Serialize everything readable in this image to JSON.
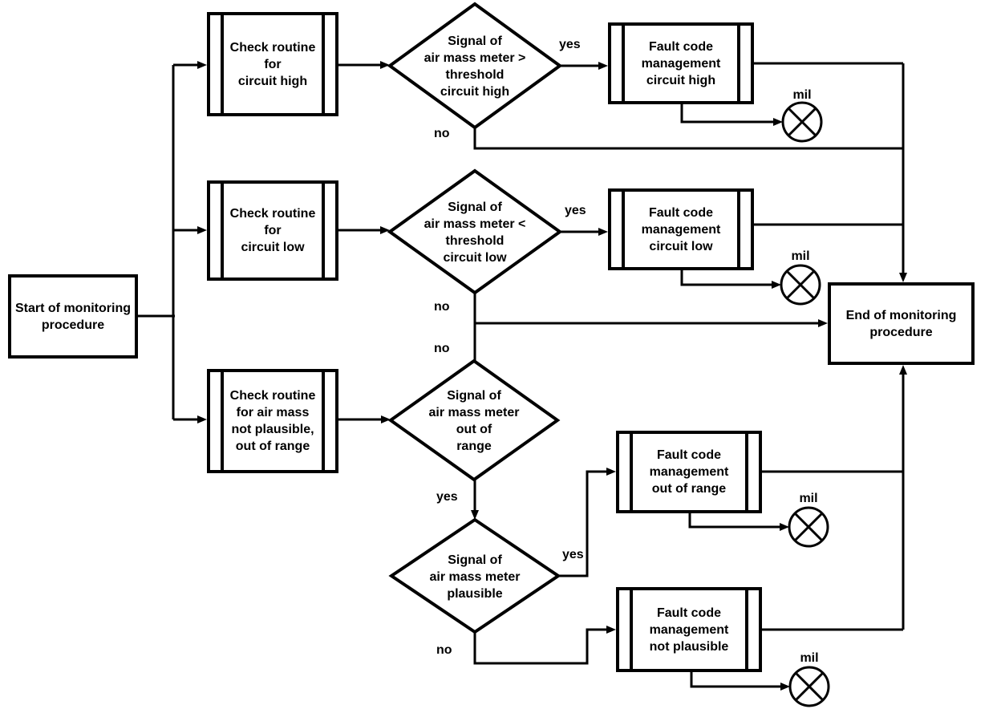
{
  "colors": {
    "line": "#000000",
    "background": "#ffffff"
  },
  "nodes": {
    "start": {
      "type": "process",
      "label": "Start of monitoring\nprocedure"
    },
    "check_circuit_high": {
      "type": "predefined-process",
      "label": "Check routine\nfor\ncircuit high"
    },
    "check_circuit_low": {
      "type": "predefined-process",
      "label": "Check routine\nfor\ncircuit low"
    },
    "check_not_plausible": {
      "type": "predefined-process",
      "label": "Check routine\nfor air mass\nnot plausible,\nout of range"
    },
    "decision_circuit_high": {
      "type": "decision",
      "label": "Signal of\nair mass meter >\nthreshold\ncircuit high"
    },
    "decision_circuit_low": {
      "type": "decision",
      "label": "Signal of\nair mass meter <\nthreshold\ncircuit low"
    },
    "decision_out_of_range": {
      "type": "decision",
      "label": "Signal of\nair mass meter\nout of\nrange"
    },
    "decision_plausible": {
      "type": "decision",
      "label": "Signal of\nair mass meter\nplausible"
    },
    "fault_circuit_high": {
      "type": "predefined-process",
      "label": "Fault code\nmanagement\ncircuit high"
    },
    "fault_circuit_low": {
      "type": "predefined-process",
      "label": "Fault code\nmanagement\ncircuit low"
    },
    "fault_out_of_range": {
      "type": "predefined-process",
      "label": "Fault code\nmanagement\nout of range"
    },
    "fault_not_plausible": {
      "type": "predefined-process",
      "label": "Fault code\nmanagement\nnot plausible"
    },
    "end": {
      "type": "process",
      "label": "End of monitoring\nprocedure"
    }
  },
  "indicators": {
    "mil_circuit_high": {
      "label": "mil"
    },
    "mil_circuit_low": {
      "label": "mil"
    },
    "mil_out_of_range": {
      "label": "mil"
    },
    "mil_not_plausible": {
      "label": "mil"
    }
  },
  "edge_labels": {
    "d1_yes": "yes",
    "d1_no": "no",
    "d2_yes": "yes",
    "d2_no": "no",
    "d3_yes": "yes",
    "d3_no": "no",
    "d4_yes": "yes",
    "d4_no": "no"
  },
  "edges": [
    {
      "from": "start",
      "to": "check_circuit_high"
    },
    {
      "from": "start",
      "to": "check_circuit_low"
    },
    {
      "from": "start",
      "to": "check_not_plausible"
    },
    {
      "from": "check_circuit_high",
      "to": "decision_circuit_high"
    },
    {
      "from": "decision_circuit_high",
      "to": "fault_circuit_high",
      "label": "yes"
    },
    {
      "from": "decision_circuit_high",
      "to": "end",
      "label": "no"
    },
    {
      "from": "fault_circuit_high",
      "to": "end"
    },
    {
      "from": "fault_circuit_high",
      "to": "mil_circuit_high"
    },
    {
      "from": "check_circuit_low",
      "to": "decision_circuit_low"
    },
    {
      "from": "decision_circuit_low",
      "to": "fault_circuit_low",
      "label": "yes"
    },
    {
      "from": "decision_circuit_low",
      "to": "end",
      "label": "no"
    },
    {
      "from": "fault_circuit_low",
      "to": "end"
    },
    {
      "from": "fault_circuit_low",
      "to": "mil_circuit_low"
    },
    {
      "from": "check_not_plausible",
      "to": "decision_out_of_range"
    },
    {
      "from": "decision_out_of_range",
      "to": "end",
      "label": "no"
    },
    {
      "from": "decision_out_of_range",
      "to": "decision_plausible",
      "label": "yes"
    },
    {
      "from": "decision_plausible",
      "to": "fault_out_of_range",
      "label": "yes"
    },
    {
      "from": "decision_plausible",
      "to": "fault_not_plausible",
      "label": "no"
    },
    {
      "from": "fault_out_of_range",
      "to": "end"
    },
    {
      "from": "fault_out_of_range",
      "to": "mil_out_of_range"
    },
    {
      "from": "fault_not_plausible",
      "to": "end"
    },
    {
      "from": "fault_not_plausible",
      "to": "mil_not_plausible"
    }
  ]
}
